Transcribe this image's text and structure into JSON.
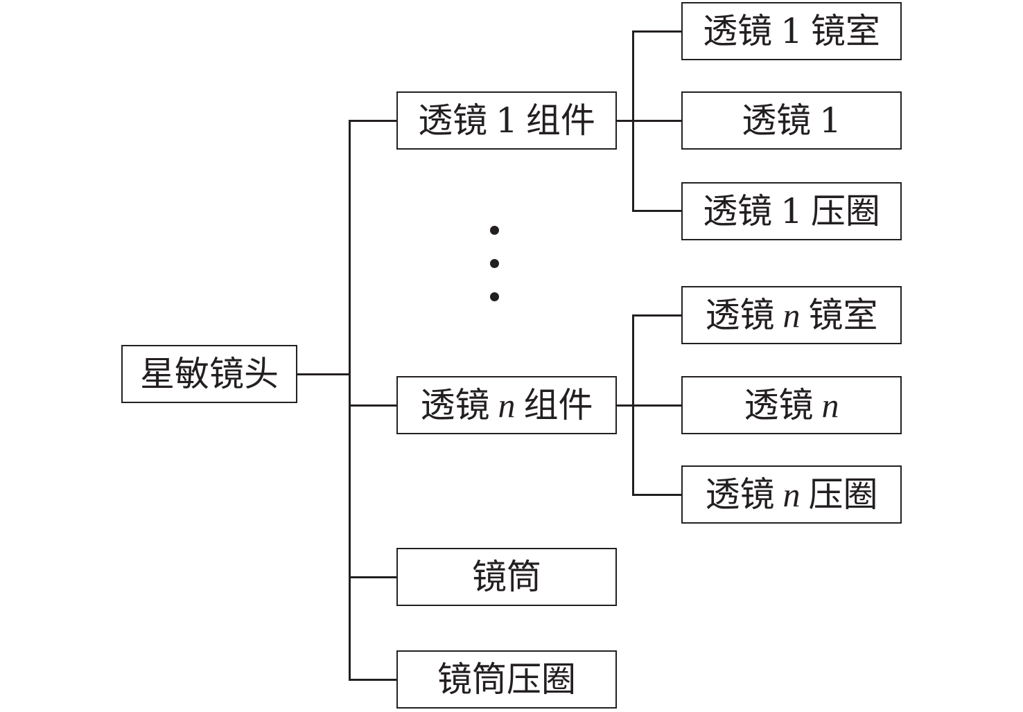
{
  "root": {
    "label": "星敏镜头"
  },
  "level1": {
    "lens1_assembly": {
      "pre": "透镜",
      "var": "1",
      "post": "组件"
    },
    "ellipsis": "⋮",
    "lensn_assembly": {
      "pre": "透镜",
      "var": "n",
      "post": "组件"
    },
    "barrel": {
      "label": "镜筒"
    },
    "barrel_ring": {
      "label": "镜筒压圈"
    }
  },
  "level2": {
    "lens1_cell": {
      "pre": "透镜",
      "var": "1",
      "post": "镜室"
    },
    "lens1": {
      "pre": "透镜",
      "var": "1",
      "post": ""
    },
    "lens1_ring": {
      "pre": "透镜",
      "var": "1",
      "post": "压圈"
    },
    "lensn_cell": {
      "pre": "透镜",
      "var": "n",
      "post": "镜室"
    },
    "lensn": {
      "pre": "透镜",
      "var": "n",
      "post": ""
    },
    "lensn_ring": {
      "pre": "透镜",
      "var": "n",
      "post": "压圈"
    }
  },
  "colors": {
    "stroke": "#231f20",
    "background": "#ffffff"
  }
}
